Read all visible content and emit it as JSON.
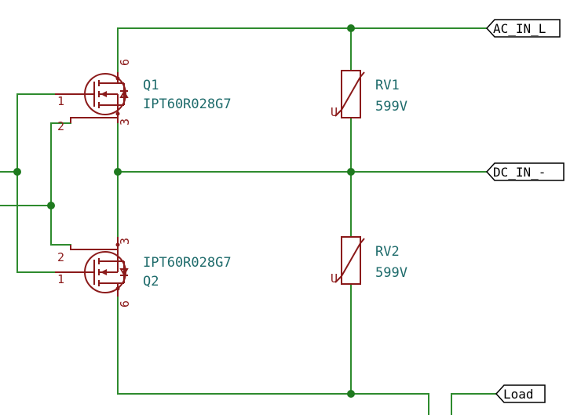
{
  "colors": {
    "wire": "#2e8b2e",
    "junction": "#1f7a1f",
    "symbol": "#8b1a1a",
    "reference_text": "#1e6b6b",
    "label_text": "#000000"
  },
  "q1": {
    "ref": "Q1",
    "value": "IPT60R028G7",
    "pins": {
      "gate": "1",
      "source": "2",
      "kelvin": "3",
      "drain": "6"
    }
  },
  "q2": {
    "ref": "Q2",
    "value": "IPT60R028G7",
    "pins": {
      "gate": "1",
      "source": "2",
      "kelvin": "3",
      "drain": "6"
    }
  },
  "rv1": {
    "ref": "RV1",
    "value": "599V",
    "mark": "U"
  },
  "rv2": {
    "ref": "RV2",
    "value": "599V",
    "mark": "U"
  },
  "labels": {
    "ac_in_l": "AC_IN_L",
    "dc_in_minus": "DC_IN_-",
    "load": "Load"
  }
}
